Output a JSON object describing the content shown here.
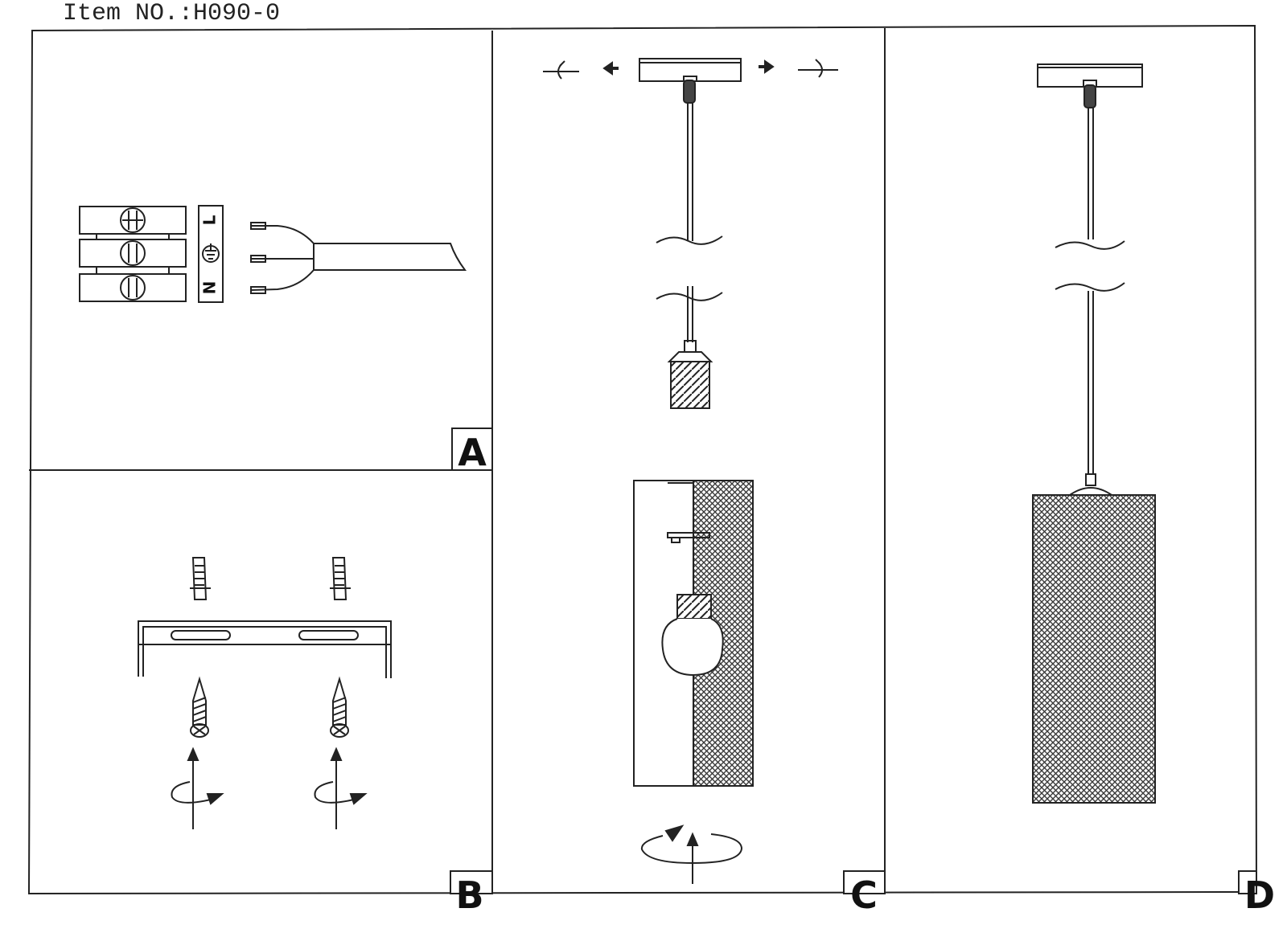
{
  "header": {
    "item_no": "Item NO.:H090-0"
  },
  "panels": [
    {
      "letter": "A"
    },
    {
      "letter": "B"
    },
    {
      "letter": "C"
    },
    {
      "letter": "D"
    }
  ],
  "terminal_labels": {
    "live": "L",
    "neutral": "N"
  },
  "icons": [
    "ground-symbol-icon",
    "screw-icon",
    "wall-plug-icon",
    "rotation-arrow-icon",
    "direction-arrow-icon"
  ],
  "colors": {
    "line": "#222222",
    "mesh": "#444444",
    "background": "#ffffff"
  }
}
